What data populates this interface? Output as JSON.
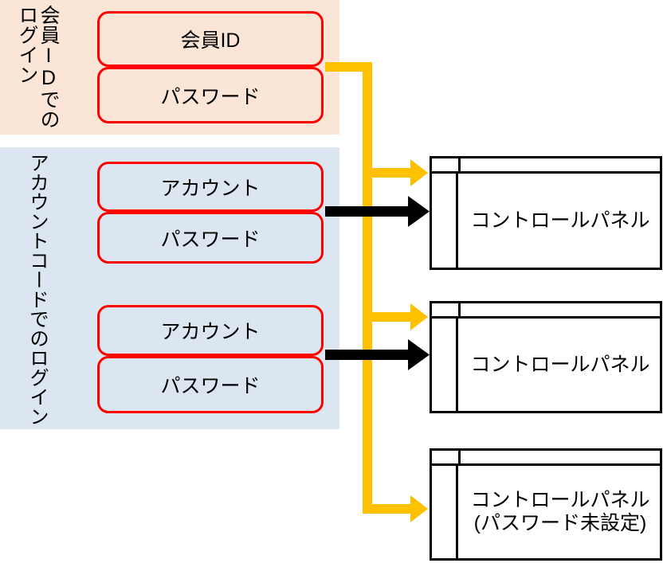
{
  "diagram": {
    "groups": [
      {
        "id": "member-login",
        "label": "会員IDでの\nログイン",
        "label_col_right": "会員IDでの",
        "label_col_left": "ログイン",
        "background_color": "#fbe5d6",
        "credentials": [
          {
            "id": "member-id",
            "label": "会員ID"
          },
          {
            "id": "member-password",
            "label": "パスワード"
          }
        ]
      },
      {
        "id": "account-code-login",
        "label": "アカウントコードでのログイン",
        "background_color": "#dce6f1",
        "credential_sets": [
          {
            "id": "account-set-1",
            "credentials": [
              {
                "id": "account-1",
                "label": "アカウント"
              },
              {
                "id": "account-1-password",
                "label": "パスワード"
              }
            ]
          },
          {
            "id": "account-set-2",
            "credentials": [
              {
                "id": "account-2",
                "label": "アカウント"
              },
              {
                "id": "account-2-password",
                "label": "パスワード"
              }
            ]
          }
        ]
      }
    ],
    "panels": [
      {
        "id": "control-panel-1",
        "text": "コントロールパネル"
      },
      {
        "id": "control-panel-2",
        "text": "コントロールパネル"
      },
      {
        "id": "control-panel-3",
        "text": "コントロールパネル\n(パスワード未設定)"
      }
    ],
    "connectors": {
      "member_arrow_color": "#ffc000",
      "account_arrow_color": "#000000",
      "credential_box_border_color": "#ff0000",
      "panel_border_color": "#000000"
    }
  }
}
